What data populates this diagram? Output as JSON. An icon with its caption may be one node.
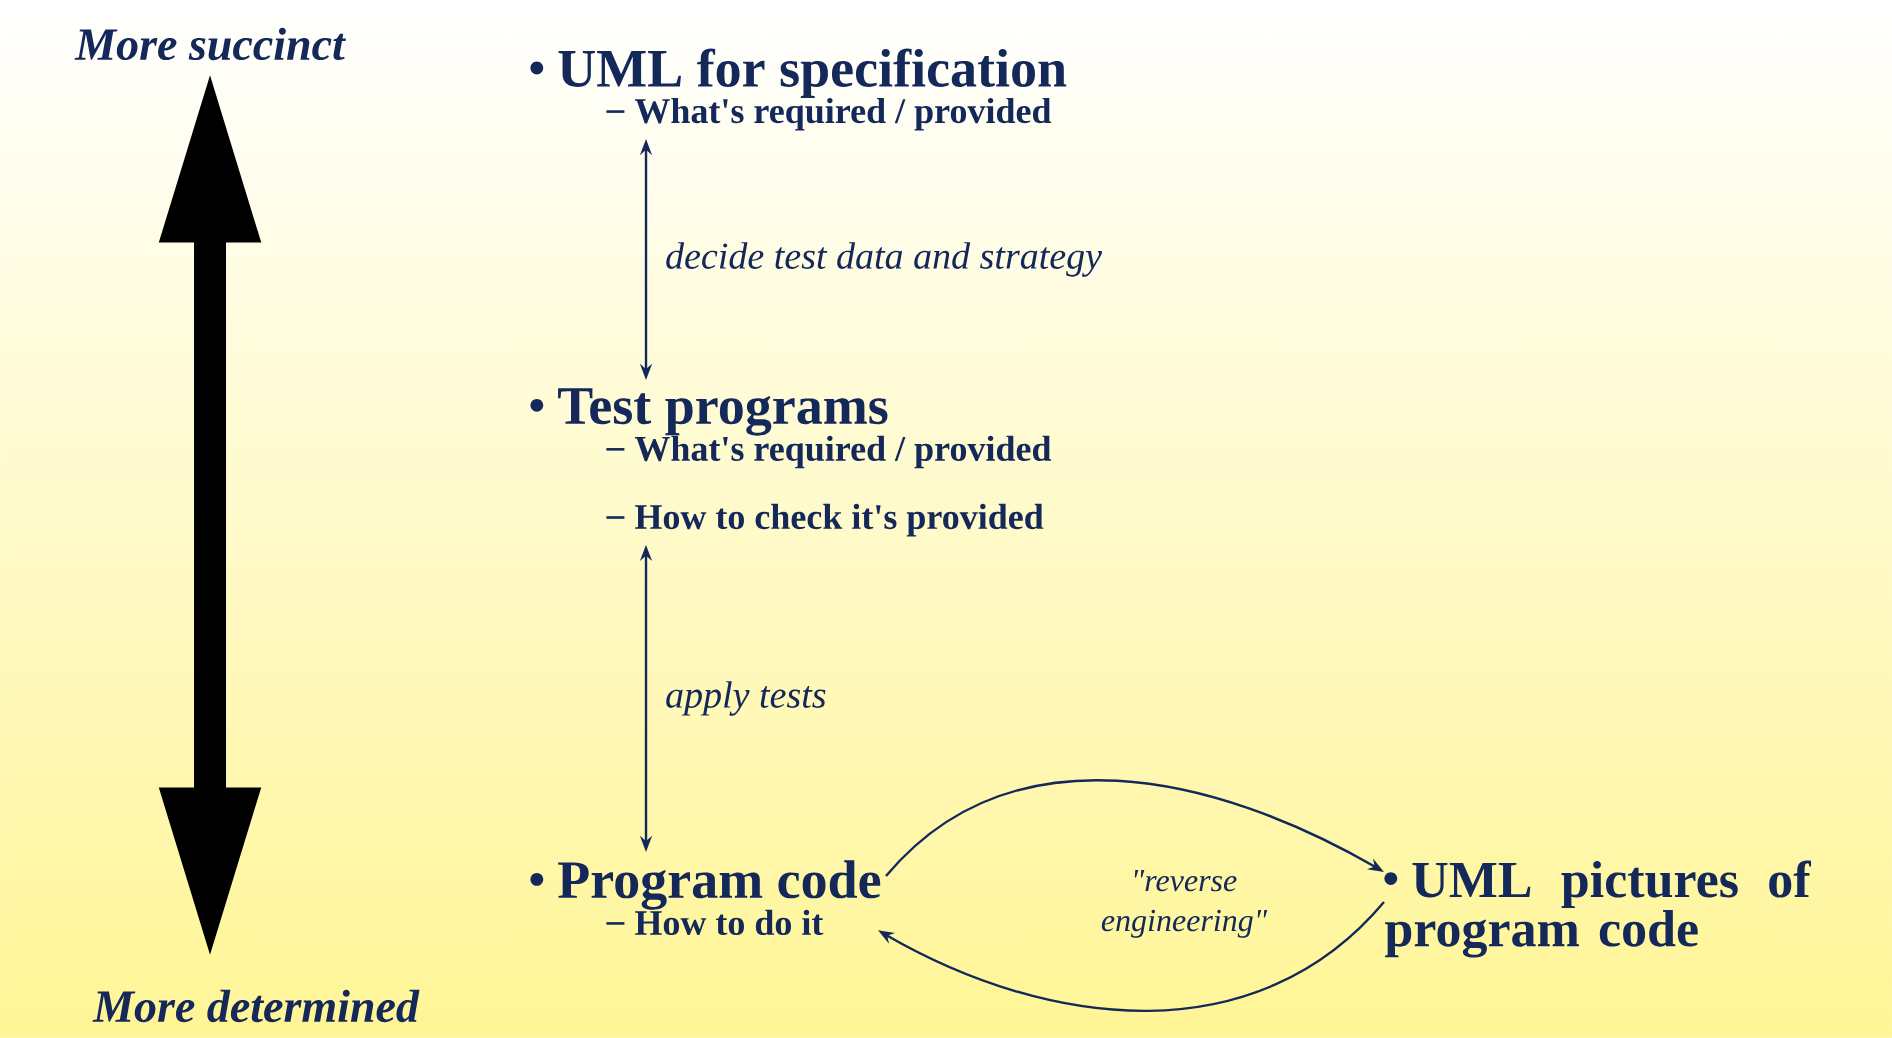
{
  "diagram": {
    "nodes": [
      {
        "text": [
          "More succinct"
        ]
      },
      {
        "text": [
          "More determined"
        ]
      },
      {
        "text": [
          "UML for specification",
          "What's required / provided"
        ]
      },
      {
        "text": [
          "Test programs",
          "What's required / provided",
          "How to check it's provided"
        ]
      },
      {
        "text": [
          "Program code",
          "How to do it"
        ]
      },
      {
        "text": [
          "UML pictures of program code"
        ]
      }
    ],
    "edges": [
      {
        "from": 0,
        "to": 1,
        "arrow": "both",
        "style": "thick",
        "color": "#000000"
      },
      {
        "from": 2,
        "to": 3,
        "arrow": "both",
        "label": "decide test data and strategy"
      },
      {
        "from": 3,
        "to": 4,
        "arrow": "both",
        "label": "apply tests"
      },
      {
        "from": 4,
        "to": 5,
        "arrow": "to"
      },
      {
        "from": 5,
        "to": 4,
        "arrow": "to"
      }
    ],
    "labels": [
      "\"reverse engineering\""
    ]
  }
}
